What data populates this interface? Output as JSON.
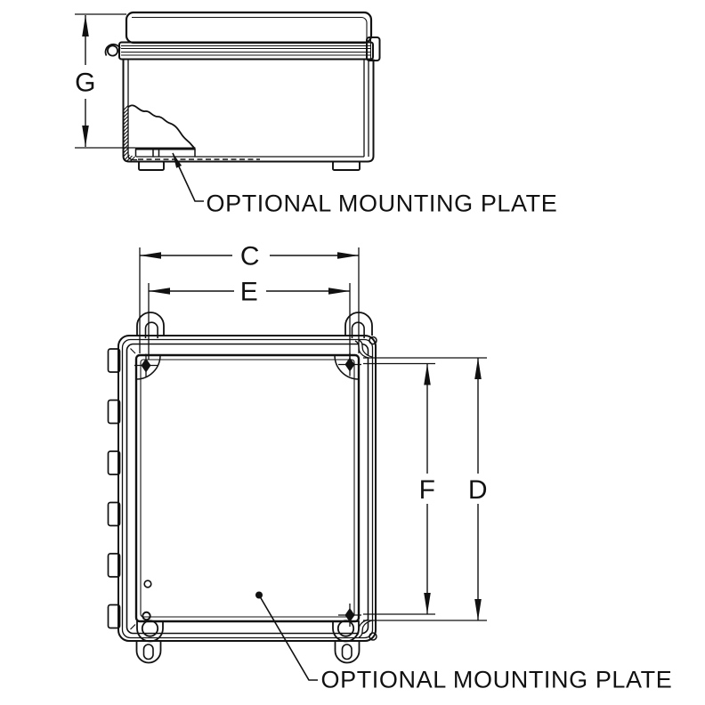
{
  "page": {
    "background": "#ffffff"
  },
  "drawing": {
    "line_color": "#111111",
    "lid_fill": "#f1f1f1",
    "side_view": {
      "dim_g": "G",
      "callout": "OPTIONAL MOUNTING PLATE"
    },
    "front_view": {
      "dim_c": "C",
      "dim_e": "E",
      "dim_f": "F",
      "dim_d": "D",
      "callout": "OPTIONAL MOUNTING PLATE"
    }
  }
}
